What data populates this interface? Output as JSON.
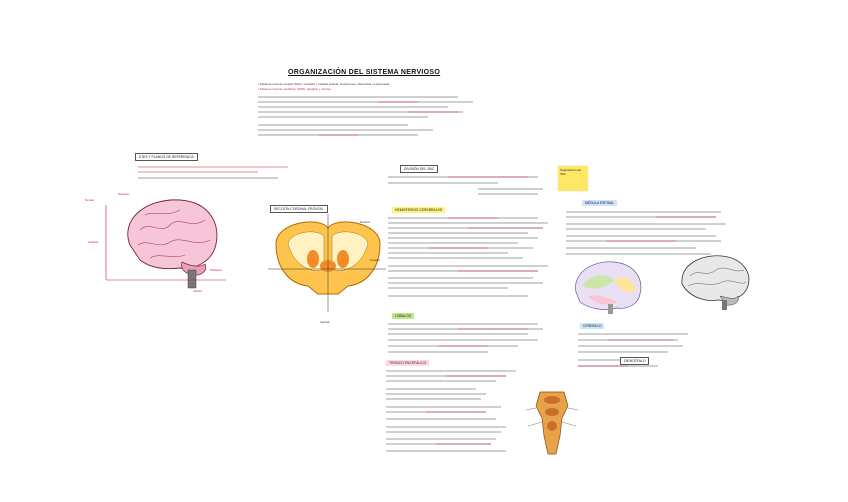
{
  "title": "ORGANIZACIÓN DEL SISTEMA NERVIOSO",
  "intro_lines": [
    "• Sistema nervioso central (SNC): encéfalo y médula espinal. Conexiones, aferencias y respuestas.",
    "• Sistema nervioso periférico (SNP): ganglios y nervios."
  ],
  "section_headers": {
    "planos": "EJES Y PLANOS DE REFERENCIA",
    "corte": "SECCIÓN CORONAL FRONTAL",
    "division": "DIVISIÓN DEL SNC",
    "hemisferios": "HEMISFERIOS CEREBRALES",
    "lobulos": "LÓBULOS",
    "tronco": "TRONCO ENCEFÁLICO",
    "medula": "MÉDULA ESPINAL",
    "cerebelo": "CEREBELO",
    "diencefalo": "DIENCÉFALO"
  },
  "sticky_note": "Organización del SNC",
  "brain_labels": {
    "dorsal": "Dorsal",
    "rostral": "Rostral",
    "caudal": "Caudal",
    "ventral": "Ventral",
    "superior": "Superior",
    "inferior": "Inferior",
    "anterior": "Anterior",
    "posterior": "Posterior"
  }
}
